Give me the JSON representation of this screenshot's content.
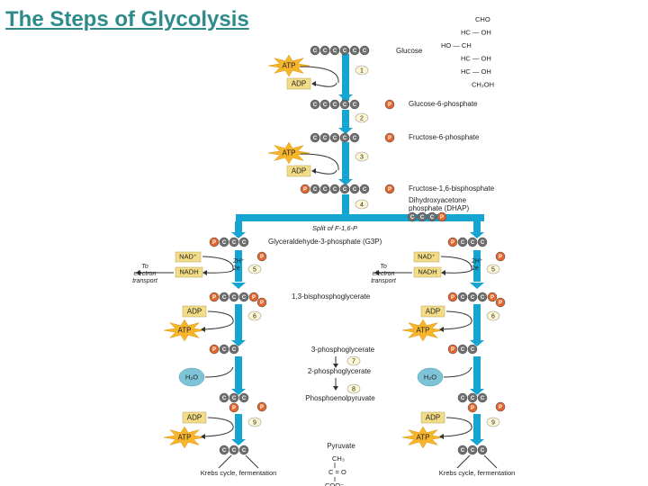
{
  "slide": {
    "title": "The Steps of Glycolysis"
  },
  "colors": {
    "flow": "#16a5d0",
    "carbon": "#6f6f6f",
    "phosphate": "#e0662d",
    "atp": "#f7b52a",
    "adp": "#f3dc86",
    "water": "#7ec3d6"
  },
  "labels": {
    "glucose": "Glucose",
    "g6p": "Glucose-6-phosphate",
    "f6p": "Fructose-6-phosphate",
    "f16bp": "Fructose-1,6-bisphosphate",
    "dhap_1": "Dihydroxyacetone",
    "dhap_2": "phosphate (DHAP)",
    "split": "Split of F-1,6-P",
    "g3p": "Glyceraldehyde-3-phosphate (G3P)",
    "bpg": "1,3-bisphosphoglycerate",
    "pg3": "3-phosphoglycerate",
    "pg2": "2-phosphoglycerate",
    "pep": "Phosphoenolpyruvate",
    "pyruvate": "Pyruvate",
    "krebs": "Krebs cycle, fermentation",
    "to_electron_1": "To",
    "to_electron_2": "electron",
    "to_electron_3": "transport"
  },
  "molecules": {
    "atp": "ATP",
    "adp": "ADP",
    "nad": "NAD⁺",
    "nadh": "NADH",
    "two_h": "2H⁺",
    "two_e": "2e",
    "water": "H₂O",
    "c": "C",
    "p": "P"
  },
  "steps": [
    "1",
    "2",
    "3",
    "4",
    "5",
    "6",
    "7",
    "8",
    "9"
  ],
  "glucose_structure": [
    "CHO",
    "HC — OH",
    "HO — CH",
    "HC — OH",
    "HC — OH",
    "CH₂OH"
  ],
  "pyruvate_structure": {
    "ch3": "CH₃",
    "co": "C = O",
    "coo": "COO⁻"
  }
}
